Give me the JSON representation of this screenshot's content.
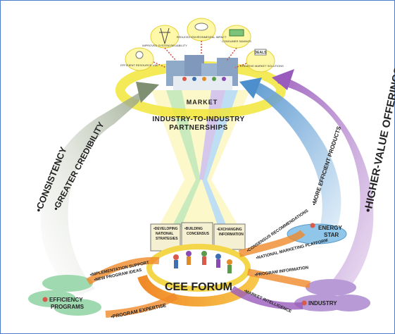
{
  "colors": {
    "frame_blue": "#4f7cc9",
    "ring_yellow": "#f2e63a",
    "green_arrow": "#9aa88a",
    "blue_arrow": "#6aa0d2",
    "purple_arrow": "#a36bbf",
    "orange_arrow": "#f08a2a",
    "efficiency_green": "#9fd9b0",
    "industry_purple": "#b79ad6",
    "energy_star_blue": "#8fc6ea"
  },
  "market": {
    "label": "MARKET",
    "bubbles": [
      {
        "icon": "pylon-icon",
        "text": "IMPROVED SYSTEM RELIABILITY"
      },
      {
        "icon": "cloud-icon",
        "text": "REDUCED ENVIRONMENTAL IMPACT"
      },
      {
        "icon": "money-icon",
        "text": "CONSUMER SAVINGS"
      },
      {
        "icon": "lightbulb-icon",
        "text": "EFFICIENT RESOURCE USE"
      },
      {
        "icon": "deals-icon",
        "text": "CREATIVE MARKET SOLUTIONS",
        "tag": "DEALS"
      }
    ]
  },
  "partnerships": {
    "line1": "INDUSTRY-TO-INDUSTRY",
    "line2": "PARTNERSHIPS"
  },
  "arrows": {
    "left_outer": "•CONSISTENCY",
    "left_inner": "•GREATER CREDIBILITY",
    "blue": "•MORE EFFICIENT PRODUCTS",
    "purple": "•HIGHER-VALUE OFFERINGS"
  },
  "boards": [
    {
      "line1": "•DEVELOPING",
      "line2": "NATIONAL",
      "line3": "STRATEGIES"
    },
    {
      "line1": "•BUILDING",
      "line2": "CONCENSUS",
      "line3": ""
    },
    {
      "line1": "•EXCHANGING",
      "line2": "INFORMATION",
      "line3": ""
    }
  ],
  "cee_forum": {
    "label": "CEE FORUM"
  },
  "energy_star": {
    "line1": "ENERGY",
    "line2": "STAR"
  },
  "efficiency": {
    "line1": "EFFICIENCY",
    "line2": "PROGRAMS"
  },
  "industry": {
    "label": "INDUSTRY"
  },
  "flows": {
    "implementation": "•IMPLEMENTATION SUPPORT",
    "new_ideas": "•NEW PROGRAM IDEAS",
    "program_expertise": "•PROGRAM EXPERTISE",
    "consensus_recs": "•CONSENSUS RECOMMENDATIONS",
    "national_platform": "•NATIONAL MARKETING PLATFORM",
    "program_information": "•PROGRAM INFORMATION",
    "market_intelligence": "•MARKET INTELLIGENCE"
  }
}
